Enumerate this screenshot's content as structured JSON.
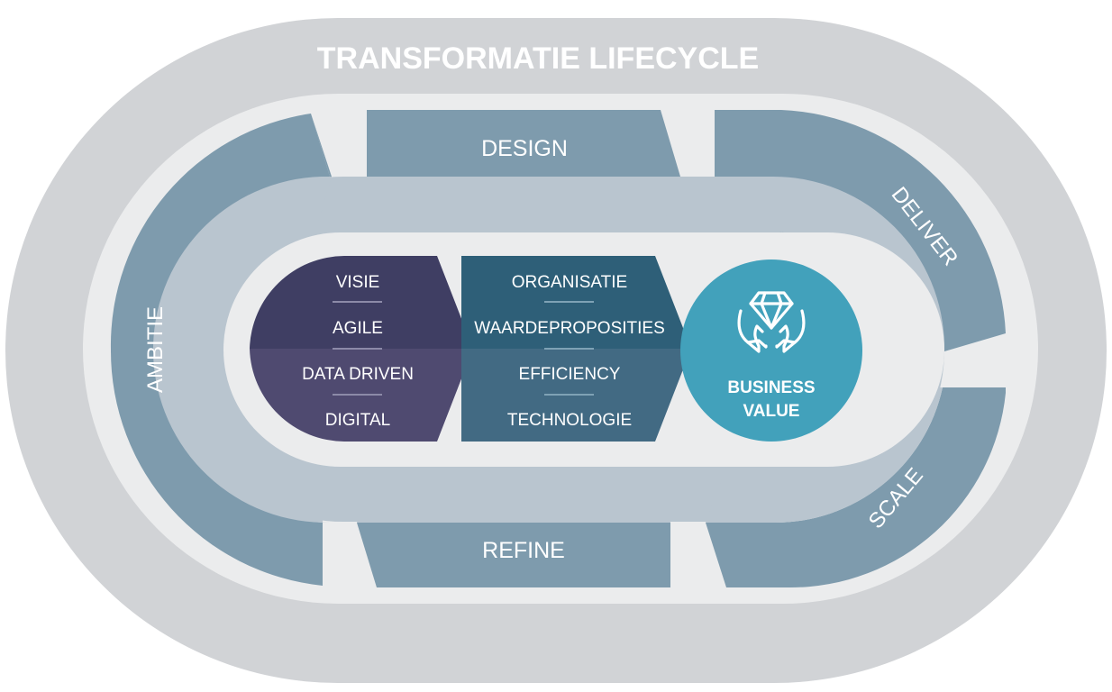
{
  "title": "TRANSFORMATIE LIFECYCLE",
  "cycle_stages": {
    "design": "DESIGN",
    "deliver": "DELIVER",
    "scale": "SCALE",
    "refine": "REFINE",
    "ambitie": "AMBITIE"
  },
  "left_block": {
    "items": [
      "VISIE",
      "AGILE",
      "DATA DRIVEN",
      "DIGITAL"
    ]
  },
  "middle_block": {
    "items": [
      "ORGANISATIE",
      "WAARDEPROPOSITIES",
      "EFFICIENCY",
      "TECHNOLOGIE"
    ]
  },
  "outcome": {
    "line1": "BUSINESS",
    "line2": "VALUE",
    "icon": "diamond-hands-icon"
  },
  "colors": {
    "outer_ring": "#d1d3d6",
    "inner_track": "#ebeced",
    "stage_dark": "#7e9bad",
    "stage_light": "#b9c5cf",
    "left_block_top": "#3f3e63",
    "left_block_bottom": "#4f4a70",
    "middle_block_top": "#2e5f78",
    "middle_block_bottom": "#426a83",
    "outcome_circle": "#42a1bb"
  }
}
